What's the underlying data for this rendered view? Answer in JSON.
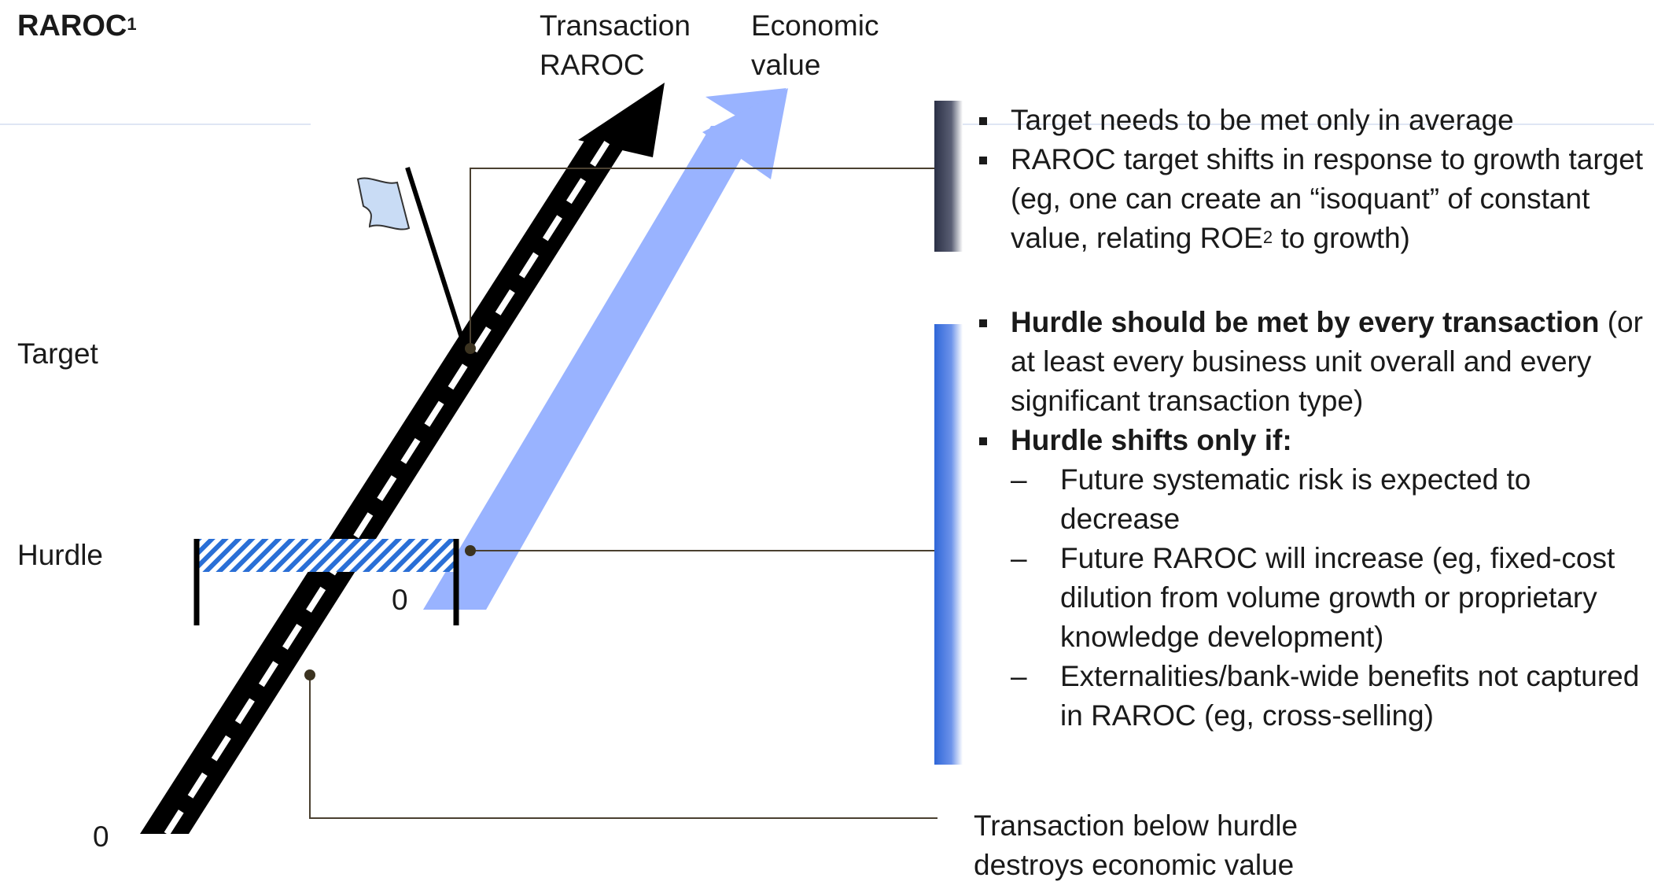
{
  "title": {
    "text": "RAROC",
    "sup": "1"
  },
  "y_axis": {
    "target_label": "Target",
    "hurdle_label": "Hurdle",
    "zero_label": "0"
  },
  "inner_zero_label": "0",
  "arrows": {
    "transaction": {
      "line1": "Transaction",
      "line2": "RAROC"
    },
    "economic": {
      "line1": "Economic",
      "line2": "value"
    }
  },
  "target_panel": {
    "bullet1": "Target needs to be met only in average",
    "bullet2_pre": "RAROC target shifts in response to growth target (eg, one can create an “isoquant” of constant value, relating ROE",
    "bullet2_sup": "2",
    "bullet2_post": " to growth)"
  },
  "hurdle_panel": {
    "bullet1_bold": "Hurdle should be met by every transaction",
    "bullet1_rest": " (or at least every business unit overall and every significant transaction type)",
    "bullet2_bold": "Hurdle shifts only if:",
    "dashes": [
      "Future systematic risk is expected to decrease",
      "Future RAROC will increase (eg, fixed-cost dilution from volume growth or proprietary knowledge development)",
      "Externalities/bank-wide benefits not captured in RAROC (eg, cross-selling)"
    ]
  },
  "below_hurdle_note": "Transaction below hurdle destroys economic value",
  "colors": {
    "road": "#000000",
    "economic_arrow": "#99b3ff",
    "hatch_blue": "#2a6fd6",
    "target_bar": "#3a3f52",
    "hurdle_bar": "#3f73de",
    "connector": "#4a4030"
  }
}
